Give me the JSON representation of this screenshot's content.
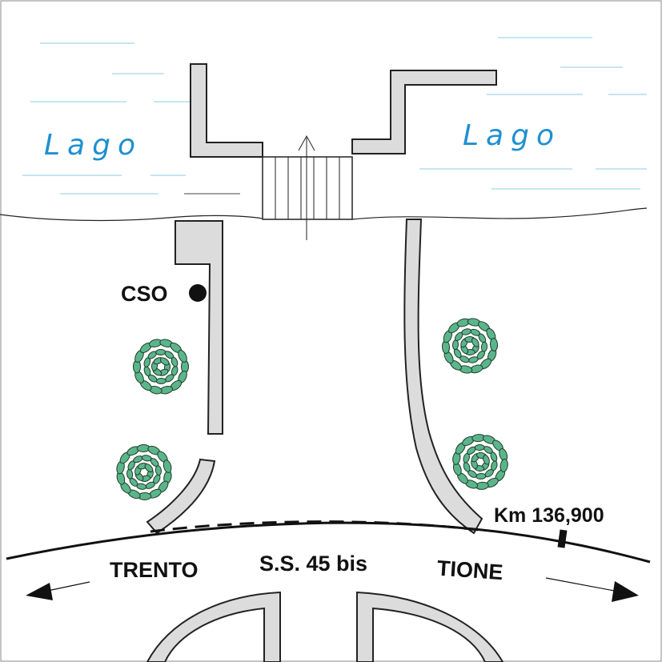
{
  "labels": {
    "lake_left": "Lago",
    "lake_right": "Lago",
    "cso": "CSO",
    "road_name": "S.S. 45 bis",
    "dir_left": "TRENTO",
    "dir_right": "TIONE",
    "km_marker": "Km 136,900"
  },
  "colors": {
    "water_text": "#1e90d0",
    "water_lines": "#8fcbe6",
    "wall_fill": "#dcdcdc",
    "tree_fill": "#5bb58a"
  },
  "icons": {
    "tree": "tree-icon",
    "cso_point": "dot-icon",
    "stairs_arrow": "arrow-up-icon",
    "direction_left": "arrow-left-icon",
    "direction_right": "arrow-right-icon"
  }
}
